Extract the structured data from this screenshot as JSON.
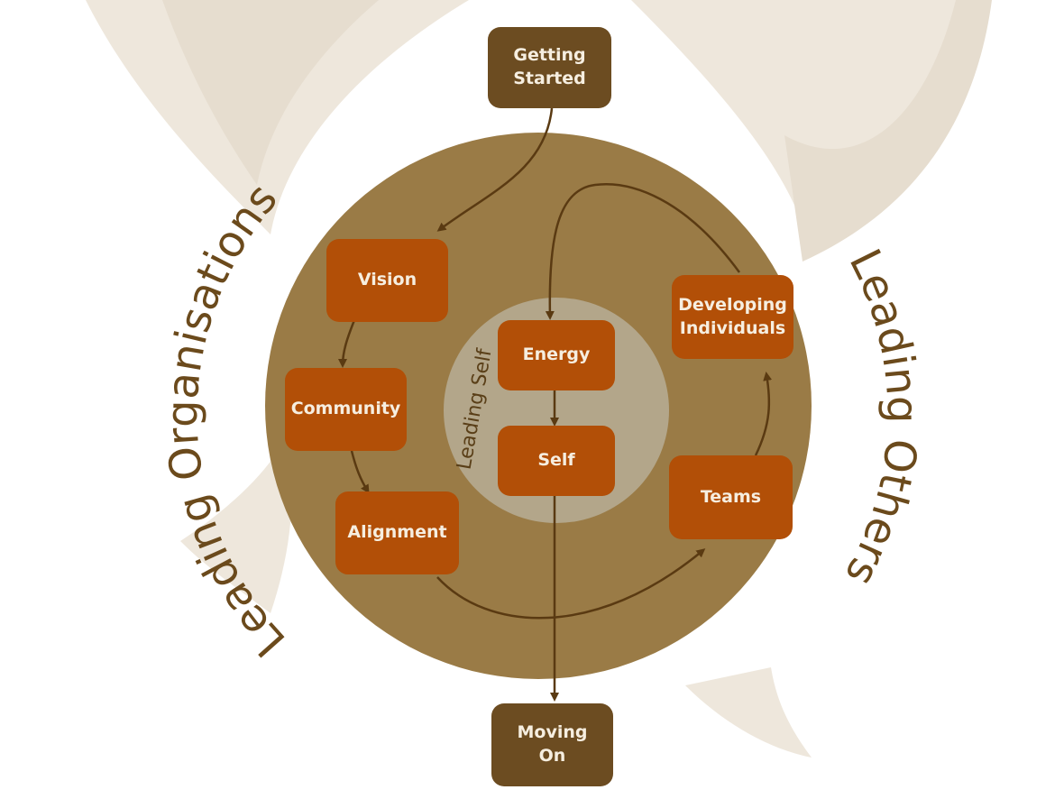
{
  "diagram": {
    "outer_ring_label_left": "Leading Organisations",
    "outer_ring_label_right": "Leading Others",
    "inner_circle_label": "Leading Self",
    "nodes": {
      "getting_started": "Getting\nStarted",
      "vision": "Vision",
      "community": "Community",
      "alignment": "Alignment",
      "energy": "Energy",
      "self": "Self",
      "teams": "Teams",
      "developing_individuals": "Developing\nIndividuals",
      "moving_on": "Moving\nOn"
    },
    "flow": [
      [
        "Getting Started",
        "Vision"
      ],
      [
        "Vision",
        "Community"
      ],
      [
        "Community",
        "Alignment"
      ],
      [
        "Alignment",
        "Teams"
      ],
      [
        "Teams",
        "Developing Individuals"
      ],
      [
        "Developing Individuals",
        "Energy"
      ],
      [
        "Energy",
        "Self"
      ],
      [
        "Self",
        "Moving On"
      ]
    ],
    "colors": {
      "outer_circle": "#9a7b46",
      "inner_circle": "#b3a68a",
      "node_orange": "#b24f07",
      "node_brown": "#6c4c21",
      "arrow": "#5a3a12",
      "background_swirl": "#eee7dc"
    }
  }
}
